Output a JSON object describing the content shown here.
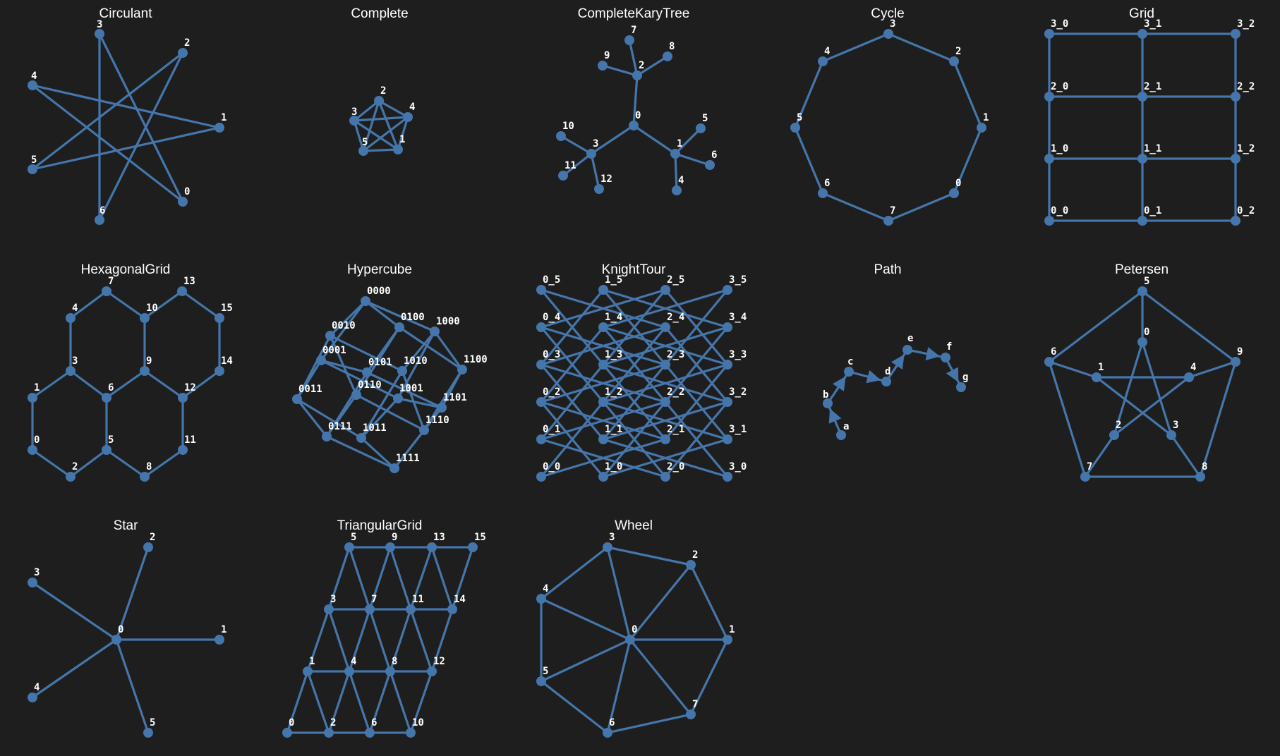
{
  "colors": {
    "background": "#1e1e1e",
    "edge": "#4576ab",
    "node": "#4576ab",
    "label": "#ffffff",
    "title": "#ffffff"
  },
  "panels": [
    {
      "title": "Circulant",
      "nodes": [
        "0",
        "1",
        "2",
        "3",
        "4",
        "5",
        "6"
      ],
      "edges": [
        [
          "0",
          "4"
        ],
        [
          "0",
          "3"
        ],
        [
          "1",
          "4"
        ],
        [
          "1",
          "5"
        ],
        [
          "2",
          "5"
        ],
        [
          "2",
          "6"
        ],
        [
          "3",
          "6"
        ]
      ]
    },
    {
      "title": "Complete",
      "nodes": [
        "1",
        "2",
        "3",
        "4",
        "5"
      ],
      "edges": [
        [
          "1",
          "2"
        ],
        [
          "1",
          "3"
        ],
        [
          "1",
          "4"
        ],
        [
          "1",
          "5"
        ],
        [
          "2",
          "3"
        ],
        [
          "2",
          "4"
        ],
        [
          "2",
          "5"
        ],
        [
          "3",
          "4"
        ],
        [
          "3",
          "5"
        ],
        [
          "4",
          "5"
        ]
      ]
    },
    {
      "title": "CompleteKaryTree",
      "nodes": [
        "0",
        "1",
        "2",
        "3",
        "4",
        "5",
        "6",
        "7",
        "8",
        "9",
        "10",
        "11",
        "12"
      ],
      "edges": [
        [
          "0",
          "1"
        ],
        [
          "0",
          "2"
        ],
        [
          "0",
          "3"
        ],
        [
          "1",
          "4"
        ],
        [
          "1",
          "5"
        ],
        [
          "1",
          "6"
        ],
        [
          "2",
          "7"
        ],
        [
          "2",
          "8"
        ],
        [
          "2",
          "9"
        ],
        [
          "3",
          "10"
        ],
        [
          "3",
          "11"
        ],
        [
          "3",
          "12"
        ]
      ]
    },
    {
      "title": "Cycle",
      "nodes": [
        "0",
        "1",
        "2",
        "3",
        "4",
        "5",
        "6",
        "7"
      ],
      "edges": [
        [
          "0",
          "1"
        ],
        [
          "1",
          "2"
        ],
        [
          "2",
          "3"
        ],
        [
          "3",
          "4"
        ],
        [
          "4",
          "5"
        ],
        [
          "5",
          "6"
        ],
        [
          "6",
          "7"
        ],
        [
          "7",
          "0"
        ]
      ]
    },
    {
      "title": "Grid",
      "nodes": [
        "0_0",
        "0_1",
        "0_2",
        "1_0",
        "1_1",
        "1_2",
        "2_0",
        "2_1",
        "2_2",
        "3_0",
        "3_1",
        "3_2"
      ],
      "edges": [
        [
          "0_0",
          "0_1"
        ],
        [
          "0_1",
          "0_2"
        ],
        [
          "1_0",
          "1_1"
        ],
        [
          "1_1",
          "1_2"
        ],
        [
          "2_0",
          "2_1"
        ],
        [
          "2_1",
          "2_2"
        ],
        [
          "3_0",
          "3_1"
        ],
        [
          "3_1",
          "3_2"
        ],
        [
          "0_0",
          "1_0"
        ],
        [
          "1_0",
          "2_0"
        ],
        [
          "2_0",
          "3_0"
        ],
        [
          "0_1",
          "1_1"
        ],
        [
          "1_1",
          "2_1"
        ],
        [
          "2_1",
          "3_1"
        ],
        [
          "0_2",
          "1_2"
        ],
        [
          "1_2",
          "2_2"
        ],
        [
          "2_2",
          "3_2"
        ]
      ]
    },
    {
      "title": "HexagonalGrid",
      "nodes": [
        "0",
        "1",
        "2",
        "3",
        "4",
        "5",
        "6",
        "7",
        "8",
        "9",
        "10",
        "11",
        "12",
        "13",
        "14",
        "15"
      ],
      "edges": [
        [
          "0",
          "1"
        ],
        [
          "1",
          "3"
        ],
        [
          "3",
          "4"
        ],
        [
          "4",
          "7"
        ],
        [
          "7",
          "10"
        ],
        [
          "10",
          "9"
        ],
        [
          "9",
          "6"
        ],
        [
          "6",
          "3"
        ],
        [
          "0",
          "2"
        ],
        [
          "2",
          "5"
        ],
        [
          "5",
          "6"
        ],
        [
          "5",
          "8"
        ],
        [
          "8",
          "11"
        ],
        [
          "11",
          "12"
        ],
        [
          "12",
          "9"
        ],
        [
          "10",
          "13"
        ],
        [
          "13",
          "15"
        ],
        [
          "15",
          "14"
        ],
        [
          "14",
          "12"
        ]
      ]
    },
    {
      "title": "Hypercube",
      "nodes": [
        "0000",
        "0001",
        "0010",
        "0011",
        "0100",
        "0101",
        "0110",
        "0111",
        "1000",
        "1001",
        "1010",
        "1011",
        "1100",
        "1101",
        "1110",
        "1111"
      ],
      "edges": [
        [
          "0000",
          "0001"
        ],
        [
          "0000",
          "0010"
        ],
        [
          "0000",
          "0100"
        ],
        [
          "0000",
          "1000"
        ],
        [
          "0001",
          "0011"
        ],
        [
          "0001",
          "0101"
        ],
        [
          "0001",
          "1001"
        ],
        [
          "0010",
          "0011"
        ],
        [
          "0010",
          "0110"
        ],
        [
          "0010",
          "1010"
        ],
        [
          "0011",
          "0111"
        ],
        [
          "0011",
          "1011"
        ],
        [
          "0100",
          "0101"
        ],
        [
          "0100",
          "0110"
        ],
        [
          "0100",
          "1100"
        ],
        [
          "0101",
          "0111"
        ],
        [
          "0101",
          "1101"
        ],
        [
          "0110",
          "0111"
        ],
        [
          "0110",
          "1110"
        ],
        [
          "0111",
          "1111"
        ],
        [
          "1000",
          "1001"
        ],
        [
          "1000",
          "1010"
        ],
        [
          "1000",
          "1100"
        ],
        [
          "1001",
          "1011"
        ],
        [
          "1001",
          "1101"
        ],
        [
          "1010",
          "1011"
        ],
        [
          "1010",
          "1110"
        ],
        [
          "1011",
          "1111"
        ],
        [
          "1100",
          "1101"
        ],
        [
          "1100",
          "1110"
        ],
        [
          "1101",
          "1111"
        ],
        [
          "1110",
          "1111"
        ]
      ]
    },
    {
      "title": "KnightTour",
      "nodes": [
        "0_0",
        "0_1",
        "0_2",
        "0_3",
        "0_4",
        "0_5",
        "1_0",
        "1_1",
        "1_2",
        "1_3",
        "1_4",
        "1_5",
        "2_0",
        "2_1",
        "2_2",
        "2_3",
        "2_4",
        "2_5",
        "3_0",
        "3_1",
        "3_2",
        "3_3",
        "3_4",
        "3_5"
      ],
      "edges": "knight-moves-on-4x6-board"
    },
    {
      "title": "Path",
      "nodes": [
        "a",
        "b",
        "c",
        "d",
        "e",
        "f",
        "g"
      ],
      "directed": true,
      "edges": [
        [
          "a",
          "b"
        ],
        [
          "b",
          "c"
        ],
        [
          "c",
          "d"
        ],
        [
          "d",
          "e"
        ],
        [
          "e",
          "f"
        ],
        [
          "f",
          "g"
        ]
      ]
    },
    {
      "title": "Petersen",
      "nodes": [
        "0",
        "1",
        "2",
        "3",
        "4",
        "5",
        "6",
        "7",
        "8",
        "9"
      ],
      "edges": [
        [
          "5",
          "6"
        ],
        [
          "6",
          "7"
        ],
        [
          "7",
          "8"
        ],
        [
          "8",
          "9"
        ],
        [
          "9",
          "5"
        ],
        [
          "0",
          "5"
        ],
        [
          "1",
          "6"
        ],
        [
          "2",
          "7"
        ],
        [
          "3",
          "8"
        ],
        [
          "4",
          "9"
        ],
        [
          "0",
          "2"
        ],
        [
          "2",
          "4"
        ],
        [
          "4",
          "1"
        ],
        [
          "1",
          "3"
        ],
        [
          "3",
          "0"
        ]
      ]
    },
    {
      "title": "Star",
      "nodes": [
        "0",
        "1",
        "2",
        "3",
        "4",
        "5"
      ],
      "edges": [
        [
          "0",
          "1"
        ],
        [
          "0",
          "2"
        ],
        [
          "0",
          "3"
        ],
        [
          "0",
          "4"
        ],
        [
          "0",
          "5"
        ]
      ]
    },
    {
      "title": "TriangularGrid",
      "nodes": [
        "0",
        "1",
        "2",
        "3",
        "4",
        "5",
        "6",
        "7",
        "8",
        "9",
        "10",
        "11",
        "12",
        "13",
        "14",
        "15"
      ],
      "edges": [
        [
          "0",
          "2"
        ],
        [
          "2",
          "6"
        ],
        [
          "6",
          "10"
        ],
        [
          "1",
          "4"
        ],
        [
          "4",
          "8"
        ],
        [
          "8",
          "12"
        ],
        [
          "3",
          "7"
        ],
        [
          "7",
          "11"
        ],
        [
          "11",
          "14"
        ],
        [
          "5",
          "9"
        ],
        [
          "9",
          "13"
        ],
        [
          "13",
          "15"
        ],
        [
          "0",
          "1"
        ],
        [
          "1",
          "3"
        ],
        [
          "3",
          "5"
        ],
        [
          "2",
          "4"
        ],
        [
          "4",
          "7"
        ],
        [
          "7",
          "9"
        ],
        [
          "6",
          "8"
        ],
        [
          "8",
          "11"
        ],
        [
          "11",
          "13"
        ],
        [
          "10",
          "12"
        ],
        [
          "12",
          "14"
        ],
        [
          "14",
          "15"
        ],
        [
          "2",
          "1"
        ],
        [
          "4",
          "3"
        ],
        [
          "7",
          "5"
        ],
        [
          "6",
          "4"
        ],
        [
          "8",
          "7"
        ],
        [
          "11",
          "9"
        ],
        [
          "10",
          "8"
        ],
        [
          "12",
          "11"
        ],
        [
          "14",
          "13"
        ]
      ]
    },
    {
      "title": "Wheel",
      "nodes": [
        "0",
        "1",
        "2",
        "3",
        "4",
        "5",
        "6",
        "7"
      ],
      "edges": [
        [
          "0",
          "1"
        ],
        [
          "0",
          "2"
        ],
        [
          "0",
          "3"
        ],
        [
          "0",
          "4"
        ],
        [
          "0",
          "5"
        ],
        [
          "0",
          "6"
        ],
        [
          "0",
          "7"
        ],
        [
          "1",
          "2"
        ],
        [
          "2",
          "3"
        ],
        [
          "3",
          "4"
        ],
        [
          "4",
          "5"
        ],
        [
          "5",
          "6"
        ],
        [
          "6",
          "7"
        ],
        [
          "7",
          "1"
        ]
      ]
    }
  ]
}
